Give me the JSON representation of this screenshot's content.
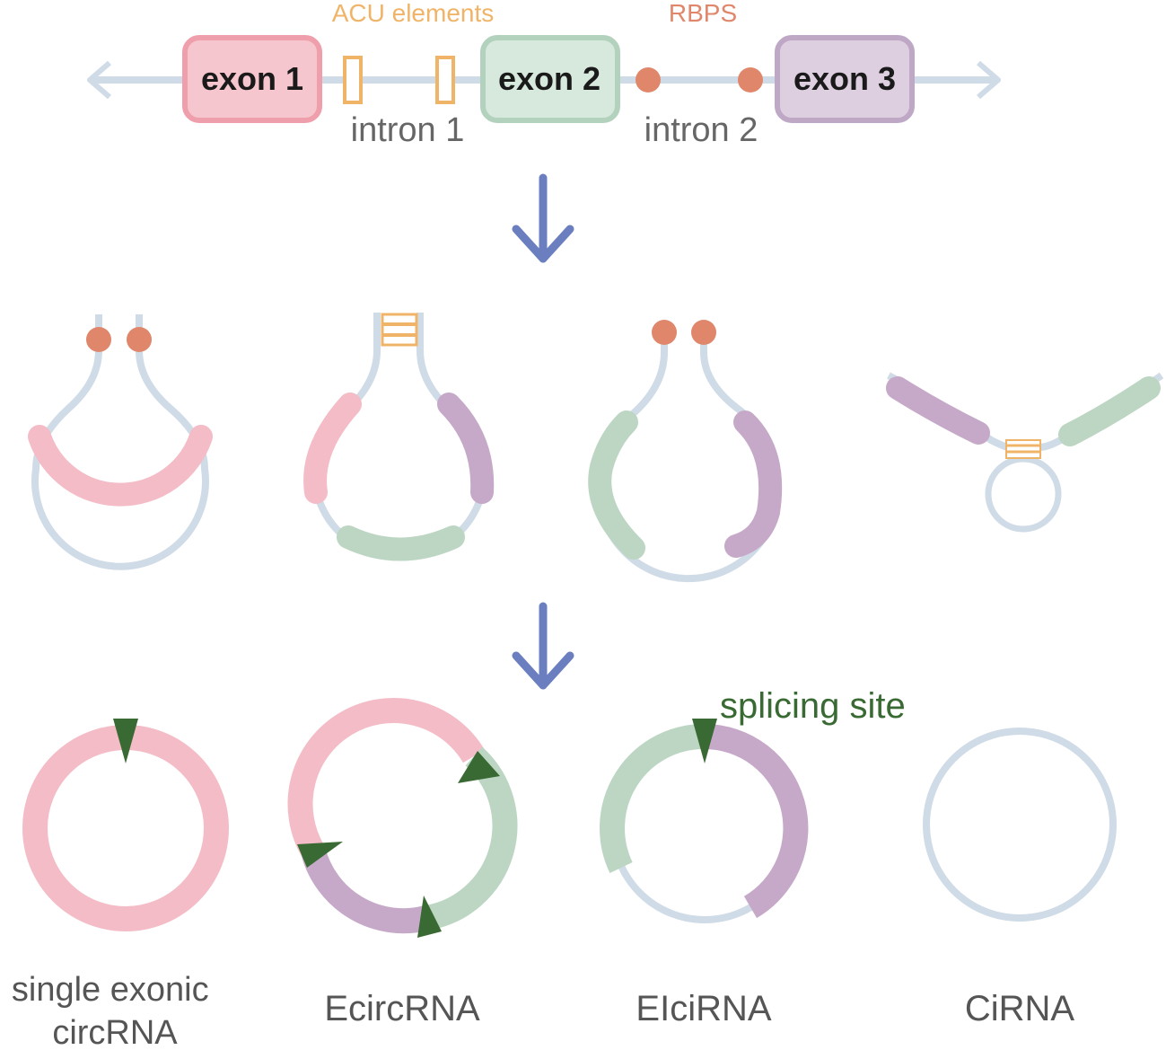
{
  "gene": {
    "exons": [
      {
        "label": "exon 1",
        "color": "#f5c6cd",
        "border": "#ef9fab"
      },
      {
        "label": "exon 2",
        "color": "#d7e8dc",
        "border": "#b3d2bd"
      },
      {
        "label": "exon 3",
        "color": "#ddcfe0",
        "border": "#bfa8c6"
      }
    ],
    "introns": [
      "intron 1",
      "intron 2"
    ],
    "acu_label": "ACU elements",
    "rbps_label": "RBPS"
  },
  "products": {
    "splicing_label": "splicing site",
    "names": [
      "single exonic\ncircRNA",
      "EcircRNA",
      "EIciRNA",
      "CiRNA"
    ]
  },
  "colors": {
    "backbone": "#cfdbe6",
    "exon1": "#f4bcc6",
    "exon2": "#bcd6c3",
    "exon3": "#c6a9c8",
    "acu": "#f0b469",
    "rbp": "#e0876b",
    "arrow": "#6b7fc0",
    "splice": "#3a6a33",
    "acu_text": "#f0b469",
    "rbps_text": "#e0876b",
    "label_text": "#555555"
  }
}
